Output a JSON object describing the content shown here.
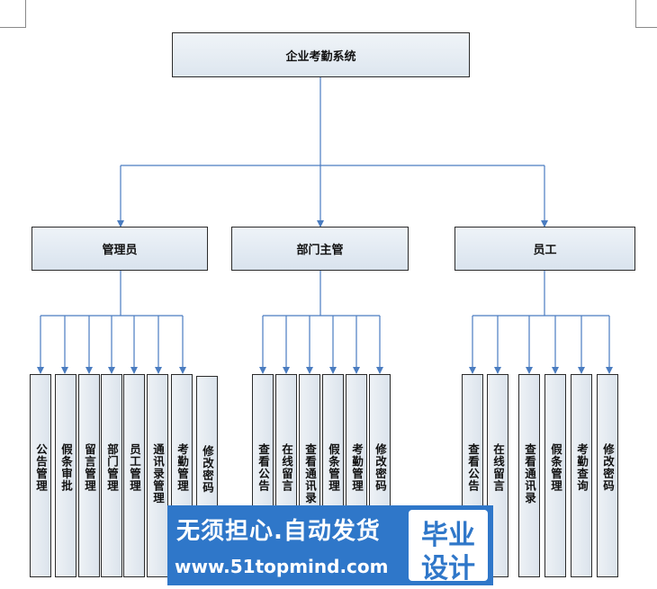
{
  "root": {
    "label": "企业考勤系统"
  },
  "groups": [
    {
      "label": "管理员",
      "children": [
        "公告管理",
        "假条审批",
        "留言管理",
        "部门管理",
        "员工管理",
        "通讯录管理",
        "考勤管理",
        "修改密码"
      ]
    },
    {
      "label": "部门主管",
      "children": [
        "查看公告",
        "在线留言",
        "查看通讯录",
        "假条管理",
        "考勤管理",
        "修改密码"
      ]
    },
    {
      "label": "员工",
      "children": [
        "查看公告",
        "在线留言",
        "查看通讯录",
        "假条管理",
        "考勤查询",
        "修改密码"
      ]
    }
  ],
  "watermark": {
    "slogan": "无须担心.自动发货",
    "url": "www.51topmind.com",
    "badge_line1": "毕业",
    "badge_line2": "设计"
  },
  "colors": {
    "connector": "#4a7cc0",
    "box_border": "#2b2b2b",
    "watermark": "#2f77c9"
  }
}
